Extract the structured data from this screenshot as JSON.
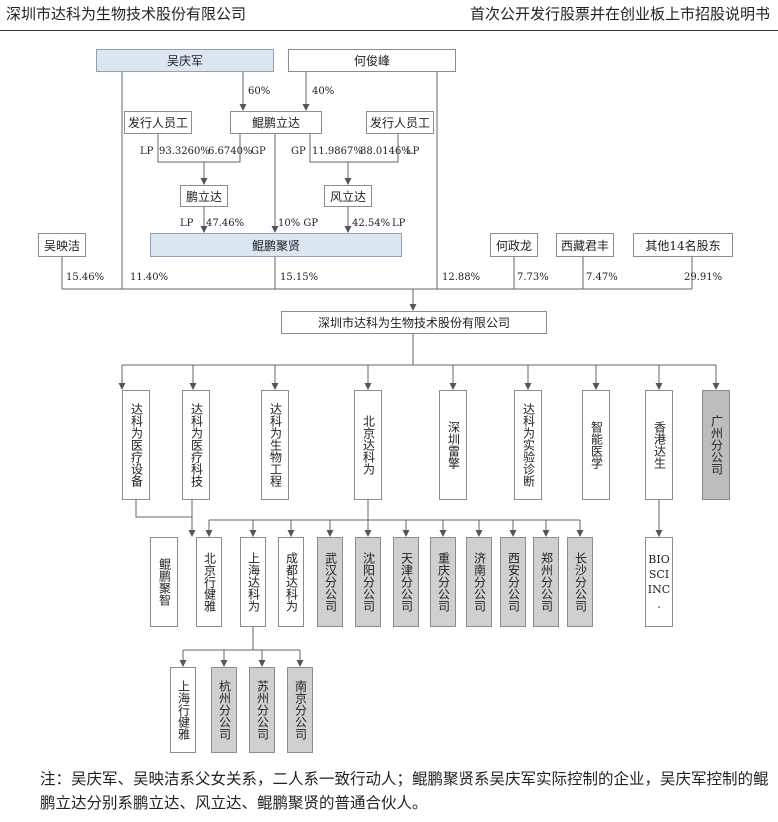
{
  "header": {
    "company": "深圳市达科为生物技术股份有限公司",
    "doc_title": "首次公开发行股票并在创业板上市招股说明书"
  },
  "shareholders": {
    "wu_qingjun": "吴庆军",
    "he_junfeng": "何俊峰",
    "employees": "发行人员工",
    "kunpeng_lida": "鲲鹏立达",
    "penglida": "鹏立达",
    "fenglida": "风立达",
    "kunpeng_juxian": "鲲鹏聚贤",
    "wu_yingjie": "吴映洁",
    "he_zhenglong": "何政龙",
    "xizang_junfeng": "西藏君丰",
    "others": "其他14名股东"
  },
  "labels": {
    "pct_60": "60%",
    "pct_40": "40%",
    "lp_a": "LP",
    "pct_93": "93.3260%",
    "pct_667": "6.6740%",
    "gp_a": "GP",
    "gp_b": "GP",
    "pct_1198": "11.9867%",
    "pct_88": "88.0146%",
    "lp_b": "LP",
    "lp_c": "LP",
    "pct_4746": "47.46%",
    "pct_10gp": "10%  GP",
    "pct_4254": "42.54%",
    "lp_d": "LP",
    "pct_1546": "15.46%",
    "pct_1140": "11.40%",
    "pct_1515": "15.15%",
    "pct_1288": "12.88%",
    "pct_773": "7.73%",
    "pct_747": "7.47%",
    "pct_2991": "29.91%"
  },
  "company": "深圳市达科为生物技术股份有限公司",
  "subsidiaries": {
    "s1": "达科为医疗设备",
    "s2": "达科为医疗科技",
    "s3": "达科为生物工程",
    "s4": "北京达科为",
    "s5": "深圳雷擎",
    "s6": "达科为实验诊断",
    "s7": "智能医学",
    "s8": "香港达生",
    "s9": "广州分公司"
  },
  "level2": {
    "kunpeng_zhi": "鲲鹏聚智",
    "bj_jianya": "北京行健雅",
    "sh_dakewei": "上海达科为",
    "cd_dakewei": "成都达科为",
    "wuhan": "武汉分公司",
    "shenyang": "沈阳分公司",
    "tianjin": "天津分公司",
    "chongqing": "重庆分公司",
    "jinan": "济南分公司",
    "xian": "西安分公司",
    "zhengzhou": "郑州分公司",
    "changsha": "长沙分公司",
    "bio": "BIO SCI INC ."
  },
  "level3": {
    "sh_jianya": "上海行健雅",
    "hangzhou": "杭州分公司",
    "suzhou": "苏州分公司",
    "nanjing": "南京分公司"
  },
  "note": "注：吴庆军、吴映洁系父女关系，二人系一致行动人；鲲鹏聚贤系吴庆军实际控制的企业，吴庆军控制的鲲鹏立达分别系鹏立达、风立达、鲲鹏聚贤的普通合伙人。"
}
